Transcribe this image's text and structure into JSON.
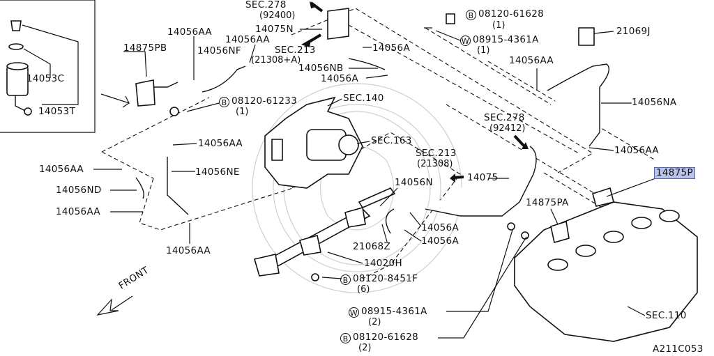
{
  "diagram": {
    "labels": {
      "p14053C": "14053C",
      "p14053T": "14053T",
      "p14875PB": "14875PB",
      "p14056AA_a": "14056AA",
      "p14056AA_b": "14056AA",
      "p14056NF": "14056NF",
      "sec278_top": "SEC.278",
      "sec278_top_sub": "(92400)",
      "p14075N": "14075N",
      "sec213_top": "SEC.213",
      "sec213_top_sub": "(21308+A)",
      "p14056A_a": "14056A",
      "p14056NB": "14056NB",
      "p14056A_b": "14056A",
      "bolt_top": "08120-61628",
      "bolt_top_qty": "(1)",
      "washer_top": "08915-4361A",
      "washer_top_qty": "(1)",
      "p21069J": "21069J",
      "p14056AA_c": "14056AA",
      "p14056NA": "14056NA",
      "p14056AA_d": "14056AA",
      "bolt_left": "08120-61233",
      "bolt_left_qty": "(1)",
      "sec140": "SEC.140",
      "sec163": "SEC.163",
      "sec278_mid": "SEC.278",
      "sec278_mid_sub": "(92412)",
      "p14056AA_e": "14056AA",
      "p14056AA_f": "14056AA",
      "p14056NE": "14056NE",
      "p14056ND": "14056ND",
      "p14056AA_g": "14056AA",
      "sec213_mid": "SEC.213",
      "sec213_mid_sub": "(21308)",
      "p14075": "14075",
      "p14875P": "14875P",
      "p14056N": "14056N",
      "p14875PA": "14875PA",
      "p14056A_c": "14056A",
      "p14056A_d": "14056A",
      "p21068Z": "21068Z",
      "p14056AA_h": "14056AA",
      "p14020H": "14020H",
      "bolt_mid": "08120-8451F",
      "bolt_mid_qty": "(6)",
      "front": "FRONT",
      "washer_bot": "08915-4361A",
      "washer_bot_qty": "(2)",
      "bolt_bot": "08120-61628",
      "bolt_bot_qty": "(2)",
      "sec110": "SEC.110",
      "code": "A211C053",
      "mark_b": "B",
      "mark_w": "W"
    }
  }
}
